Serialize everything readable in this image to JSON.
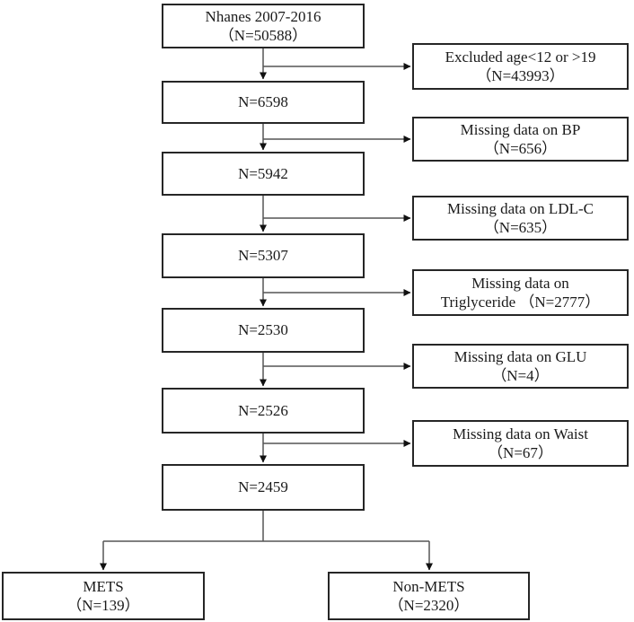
{
  "colors": {
    "background": "#ffffff",
    "box_border": "#262626",
    "connector_line": "#555555",
    "arrowhead": "#111111",
    "text": "#1a1a1a"
  },
  "main_flow": [
    {
      "line1": "Nhanes 2007-2016",
      "line2": "（N=50588）"
    },
    {
      "line1": "N=6598"
    },
    {
      "line1": "N=5942"
    },
    {
      "line1": "N=5307"
    },
    {
      "line1": "N=2530"
    },
    {
      "line1": "N=2526"
    },
    {
      "line1": "N=2459"
    }
  ],
  "exclusion_boxes": [
    {
      "line1": "Excluded age<12 or >19",
      "line2": "（N=43993）"
    },
    {
      "line1": "Missing data on BP",
      "line2": "（N=656）"
    },
    {
      "line1": "Missing data on LDL-C",
      "line2": "（N=635）"
    },
    {
      "line1": "Missing data on",
      "line2": "Triglyceride （N=2777）"
    },
    {
      "line1": "Missing data on GLU",
      "line2": "（N=4）"
    },
    {
      "line1": "Missing data on Waist",
      "line2": "（N=67）"
    }
  ],
  "outcome_boxes": [
    {
      "line1": "METS",
      "line2": "（N=139）"
    },
    {
      "line1": "Non-METS",
      "line2": "（N=2320）"
    }
  ]
}
